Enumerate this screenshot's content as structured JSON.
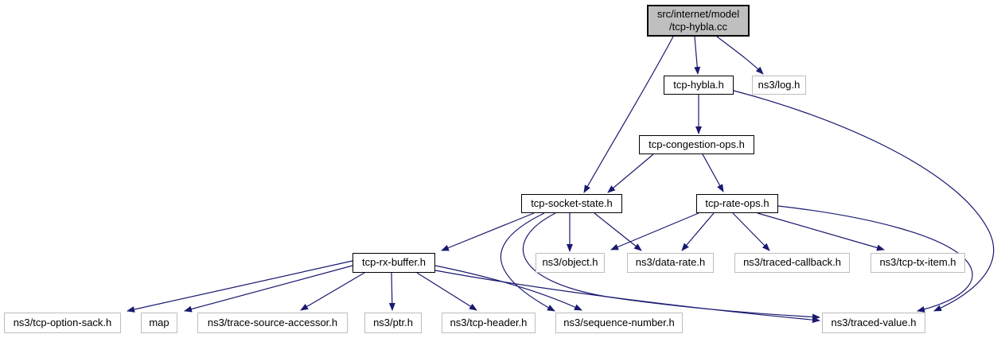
{
  "diagram": {
    "kind": "include-dependency-graph",
    "nodes": [
      {
        "id": "tcp-hybla-cc",
        "label": "src/internet/model\n/tcp-hybla.cc",
        "kind": "source"
      },
      {
        "id": "tcp-hybla-h",
        "label": "tcp-hybla.h",
        "kind": "internal"
      },
      {
        "id": "ns3-log-h",
        "label": "ns3/log.h",
        "kind": "external"
      },
      {
        "id": "tcp-congestion-ops-h",
        "label": "tcp-congestion-ops.h",
        "kind": "internal"
      },
      {
        "id": "tcp-socket-state-h",
        "label": "tcp-socket-state.h",
        "kind": "internal"
      },
      {
        "id": "tcp-rate-ops-h",
        "label": "tcp-rate-ops.h",
        "kind": "internal"
      },
      {
        "id": "tcp-rx-buffer-h",
        "label": "tcp-rx-buffer.h",
        "kind": "internal"
      },
      {
        "id": "ns3-object-h",
        "label": "ns3/object.h",
        "kind": "external"
      },
      {
        "id": "ns3-data-rate-h",
        "label": "ns3/data-rate.h",
        "kind": "external"
      },
      {
        "id": "ns3-traced-callback-h",
        "label": "ns3/traced-callback.h",
        "kind": "external"
      },
      {
        "id": "ns3-tcp-tx-item-h",
        "label": "ns3/tcp-tx-item.h",
        "kind": "external"
      },
      {
        "id": "ns3-tcp-option-sack-h",
        "label": "ns3/tcp-option-sack.h",
        "kind": "external"
      },
      {
        "id": "map",
        "label": "map",
        "kind": "external"
      },
      {
        "id": "ns3-trace-source-accessor-h",
        "label": "ns3/trace-source-accessor.h",
        "kind": "external"
      },
      {
        "id": "ns3-ptr-h",
        "label": "ns3/ptr.h",
        "kind": "external"
      },
      {
        "id": "ns3-tcp-header-h",
        "label": "ns3/tcp-header.h",
        "kind": "external"
      },
      {
        "id": "ns3-sequence-number-h",
        "label": "ns3/sequence-number.h",
        "kind": "external"
      },
      {
        "id": "ns3-traced-value-h",
        "label": "ns3/traced-value.h",
        "kind": "external"
      }
    ],
    "edges": [
      {
        "from": "tcp-hybla-cc",
        "to": "tcp-hybla-h"
      },
      {
        "from": "tcp-hybla-cc",
        "to": "ns3-log-h"
      },
      {
        "from": "tcp-hybla-cc",
        "to": "tcp-socket-state-h"
      },
      {
        "from": "tcp-hybla-h",
        "to": "tcp-congestion-ops-h"
      },
      {
        "from": "tcp-hybla-h",
        "to": "ns3-traced-value-h"
      },
      {
        "from": "tcp-congestion-ops-h",
        "to": "tcp-socket-state-h"
      },
      {
        "from": "tcp-congestion-ops-h",
        "to": "tcp-rate-ops-h"
      },
      {
        "from": "tcp-socket-state-h",
        "to": "tcp-rx-buffer-h"
      },
      {
        "from": "tcp-socket-state-h",
        "to": "ns3-object-h"
      },
      {
        "from": "tcp-socket-state-h",
        "to": "ns3-data-rate-h"
      },
      {
        "from": "tcp-socket-state-h",
        "to": "ns3-sequence-number-h"
      },
      {
        "from": "tcp-socket-state-h",
        "to": "ns3-traced-value-h"
      },
      {
        "from": "tcp-rate-ops-h",
        "to": "ns3-object-h"
      },
      {
        "from": "tcp-rate-ops-h",
        "to": "ns3-data-rate-h"
      },
      {
        "from": "tcp-rate-ops-h",
        "to": "ns3-traced-callback-h"
      },
      {
        "from": "tcp-rate-ops-h",
        "to": "ns3-tcp-tx-item-h"
      },
      {
        "from": "tcp-rate-ops-h",
        "to": "ns3-traced-value-h"
      },
      {
        "from": "tcp-rx-buffer-h",
        "to": "ns3-tcp-option-sack-h"
      },
      {
        "from": "tcp-rx-buffer-h",
        "to": "map"
      },
      {
        "from": "tcp-rx-buffer-h",
        "to": "ns3-trace-source-accessor-h"
      },
      {
        "from": "tcp-rx-buffer-h",
        "to": "ns3-ptr-h"
      },
      {
        "from": "tcp-rx-buffer-h",
        "to": "ns3-tcp-header-h"
      },
      {
        "from": "tcp-rx-buffer-h",
        "to": "ns3-sequence-number-h"
      },
      {
        "from": "tcp-rx-buffer-h",
        "to": "ns3-traced-value-h"
      }
    ]
  },
  "colors": {
    "edge": "#191970",
    "source_fill": "#bfbfbf",
    "node_fill": "#ffffff",
    "internal_border": "#000000",
    "external_border": "#bdbdbd",
    "text": "#000000",
    "background": "#ffffff"
  }
}
